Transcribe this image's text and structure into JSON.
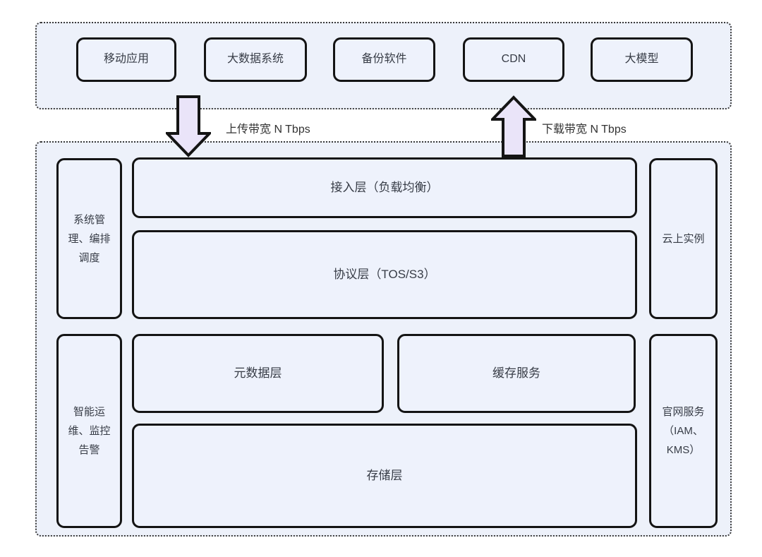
{
  "diagram": {
    "clients": {
      "items": [
        {
          "label": "移动应用"
        },
        {
          "label": "大数据系统"
        },
        {
          "label": "备份软件"
        },
        {
          "label": "CDN"
        },
        {
          "label": "大模型"
        }
      ]
    },
    "bandwidth": {
      "upload_label": "上传带宽 N Tbps",
      "download_label": "下载带宽 N Tbps"
    },
    "platform": {
      "system_mgmt": "系统管理、编排调度",
      "access_layer": "接入层（负载均衡）",
      "protocol_layer": "协议层（TOS/S3）",
      "cloud_instance": "云上实例",
      "ops_monitoring": "智能运维、监控告警",
      "metadata_layer": "元数据层",
      "cache_service": "缓存服务",
      "storage_layer": "存储层",
      "portal_service": "官网服务（IAM、KMS）"
    },
    "colors": {
      "container_bg": "#edf1fa",
      "node_bg": "#eef2fc",
      "node_border": "#141414",
      "arrow_fill": "#eae4f9",
      "arrow_stroke": "#141414",
      "text": "#333333"
    }
  }
}
